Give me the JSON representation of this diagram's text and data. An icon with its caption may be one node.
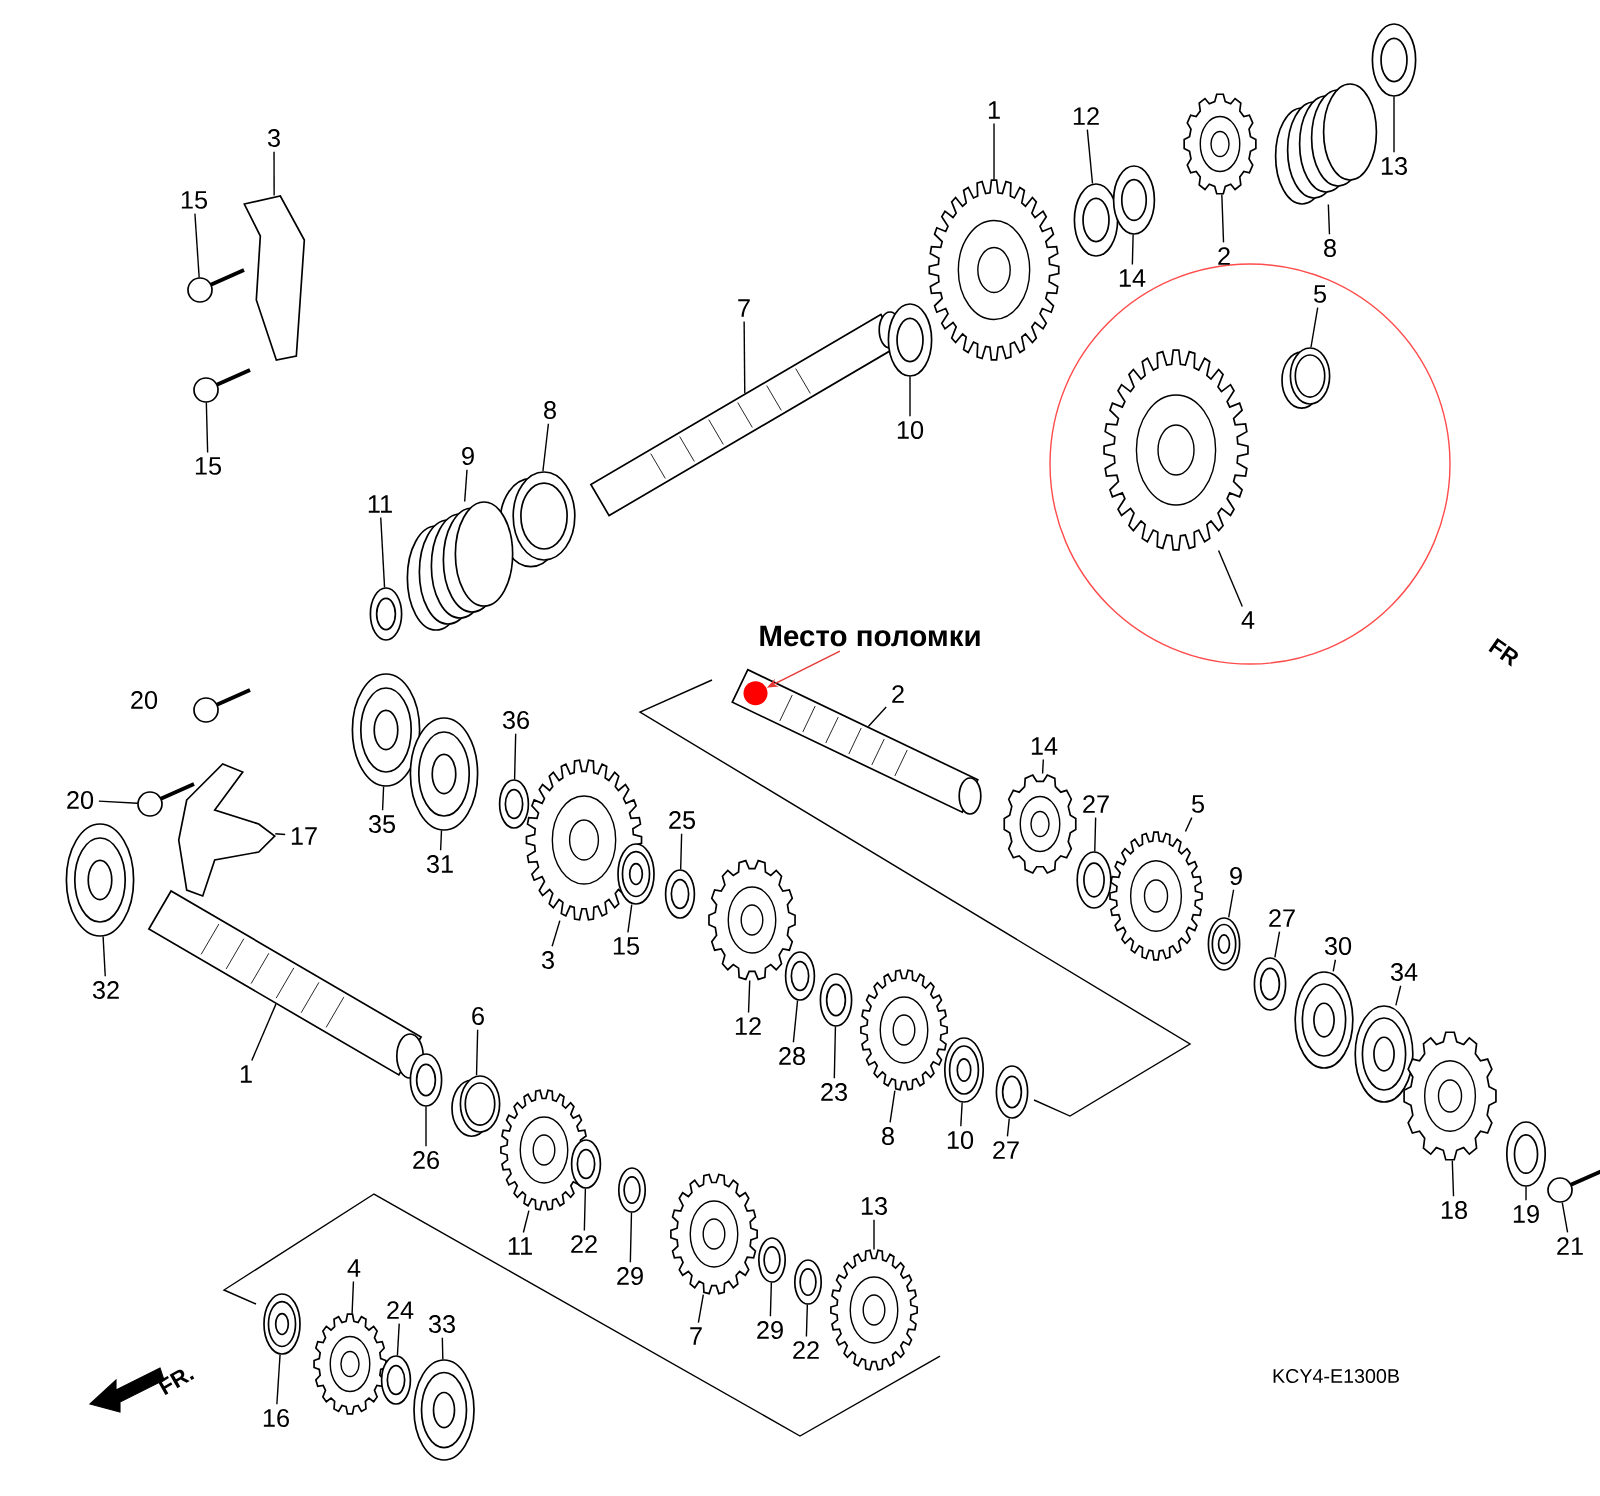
{
  "diagram": {
    "nodes": [
      {
        "text": [
          "1"
        ]
      },
      {
        "text": [
          "12"
        ]
      },
      {
        "text": [
          "13"
        ]
      },
      {
        "text": [
          "8"
        ]
      },
      {
        "text": [
          "2"
        ]
      },
      {
        "text": [
          "14"
        ]
      },
      {
        "text": [
          "5"
        ]
      },
      {
        "text": [
          "4"
        ]
      },
      {
        "text": [
          "3"
        ]
      },
      {
        "text": [
          "15"
        ]
      },
      {
        "text": [
          "15"
        ]
      },
      {
        "text": [
          "7"
        ]
      },
      {
        "text": [
          "10"
        ]
      },
      {
        "text": [
          "8"
        ]
      },
      {
        "text": [
          "9"
        ]
      },
      {
        "text": [
          "11"
        ]
      },
      {
        "text": [
          "Место поломки"
        ]
      },
      {
        "text": [
          "2"
        ]
      },
      {
        "text": [
          "14"
        ]
      },
      {
        "text": [
          "27"
        ]
      },
      {
        "text": [
          "5"
        ]
      },
      {
        "text": [
          "9"
        ]
      },
      {
        "text": [
          "27"
        ]
      },
      {
        "text": [
          "30"
        ]
      },
      {
        "text": [
          "34"
        ]
      },
      {
        "text": [
          "18"
        ]
      },
      {
        "text": [
          "19"
        ]
      },
      {
        "text": [
          "21"
        ]
      },
      {
        "text": [
          "36"
        ]
      },
      {
        "text": [
          "35"
        ]
      },
      {
        "text": [
          "31"
        ]
      },
      {
        "text": [
          "3"
        ]
      },
      {
        "text": [
          "25"
        ]
      },
      {
        "text": [
          "15"
        ]
      },
      {
        "text": [
          "12"
        ]
      },
      {
        "text": [
          "28"
        ]
      },
      {
        "text": [
          "23"
        ]
      },
      {
        "text": [
          "8"
        ]
      },
      {
        "text": [
          "10"
        ]
      },
      {
        "text": [
          "27"
        ]
      },
      {
        "text": [
          "17"
        ]
      },
      {
        "text": [
          "20"
        ]
      },
      {
        "text": [
          "32"
        ]
      },
      {
        "text": [
          "1"
        ]
      },
      {
        "text": [
          "6"
        ]
      },
      {
        "text": [
          "26"
        ]
      },
      {
        "text": [
          "11"
        ]
      },
      {
        "text": [
          "22"
        ]
      },
      {
        "text": [
          "29"
        ]
      },
      {
        "text": [
          "7"
        ]
      },
      {
        "text": [
          "13"
        ]
      },
      {
        "text": [
          "29"
        ]
      },
      {
        "text": [
          "22"
        ]
      },
      {
        "text": [
          "4"
        ]
      },
      {
        "text": [
          "24"
        ]
      },
      {
        "text": [
          "33"
        ]
      },
      {
        "text": [
          "16"
        ]
      },
      {
        "text": [],
        "shape": "gear"
      },
      {
        "text": [],
        "shape": "washer"
      },
      {
        "text": [],
        "shape": "washer"
      },
      {
        "text": [],
        "shape": "spring"
      },
      {
        "text": [],
        "shape": "gear"
      },
      {
        "text": [],
        "shape": "washer"
      },
      {
        "text": [],
        "shape": "bushing"
      },
      {
        "text": [],
        "shape": "gear"
      },
      {
        "text": [],
        "shape": "bracket"
      },
      {
        "text": [],
        "shape": "bolt"
      },
      {
        "text": [],
        "shape": "bolt"
      },
      {
        "text": [],
        "shape": "shaft"
      },
      {
        "text": [],
        "shape": "washer"
      },
      {
        "text": [],
        "shape": "bushing"
      },
      {
        "text": [],
        "shape": "spring"
      },
      {
        "text": [],
        "shape": "washer"
      },
      {
        "text": [],
        "shape": "shaft"
      },
      {
        "text": [],
        "shape": "gear"
      },
      {
        "text": [],
        "shape": "washer"
      },
      {
        "text": [],
        "shape": "gear"
      },
      {
        "text": [],
        "shape": "bearing"
      },
      {
        "text": [],
        "shape": "washer"
      },
      {
        "text": [],
        "shape": "bearing"
      },
      {
        "text": [],
        "shape": "bearing"
      },
      {
        "text": [],
        "shape": "gear"
      },
      {
        "text": [],
        "shape": "washer"
      },
      {
        "text": [],
        "shape": "bolt"
      },
      {
        "text": [],
        "shape": "washer"
      },
      {
        "text": [],
        "shape": "bearing"
      },
      {
        "text": [],
        "shape": "bearing"
      },
      {
        "text": [],
        "shape": "gear"
      },
      {
        "text": [],
        "shape": "washer"
      },
      {
        "text": [],
        "shape": "bearing"
      },
      {
        "text": [],
        "shape": "gear"
      },
      {
        "text": [],
        "shape": "washer"
      },
      {
        "text": [],
        "shape": "washer"
      },
      {
        "text": [],
        "shape": "gear"
      },
      {
        "text": [],
        "shape": "bearing"
      },
      {
        "text": [],
        "shape": "washer"
      },
      {
        "text": [],
        "shape": "bracket"
      },
      {
        "text": [],
        "shape": "bolt"
      },
      {
        "text": [],
        "shape": "bearing"
      },
      {
        "text": [],
        "shape": "shaft"
      },
      {
        "text": [],
        "shape": "bushing"
      },
      {
        "text": [],
        "shape": "washer"
      },
      {
        "text": [],
        "shape": "gear"
      },
      {
        "text": [],
        "shape": "washer"
      },
      {
        "text": [],
        "shape": "washer"
      },
      {
        "text": [],
        "shape": "gear"
      },
      {
        "text": [],
        "shape": "gear"
      },
      {
        "text": [],
        "shape": "washer"
      },
      {
        "text": [],
        "shape": "washer"
      },
      {
        "text": [],
        "shape": "gear"
      },
      {
        "text": [],
        "shape": "washer"
      },
      {
        "text": [],
        "shape": "bearing"
      },
      {
        "text": [],
        "shape": "bearing"
      },
      {
        "text": [],
        "shape": "circle",
        "in": 73
      },
      {
        "text": [],
        "shape": "bolt"
      }
    ],
    "edges": [
      {
        "from": 0,
        "to": 57,
        "arrow": "none"
      },
      {
        "from": 1,
        "to": 58,
        "arrow": "none"
      },
      {
        "from": 2,
        "to": 59,
        "arrow": "none"
      },
      {
        "from": 3,
        "to": 60,
        "arrow": "none"
      },
      {
        "from": 4,
        "to": 61,
        "arrow": "none"
      },
      {
        "from": 5,
        "to": 62,
        "arrow": "none"
      },
      {
        "from": 6,
        "to": 63,
        "arrow": "none"
      },
      {
        "from": 7,
        "to": 64,
        "arrow": "none"
      },
      {
        "from": 8,
        "to": 65,
        "arrow": "none"
      },
      {
        "from": 9,
        "to": 66,
        "arrow": "none"
      },
      {
        "from": 10,
        "to": 67,
        "arrow": "none"
      },
      {
        "from": 11,
        "to": 68,
        "arrow": "none"
      },
      {
        "from": 12,
        "to": 69,
        "arrow": "none"
      },
      {
        "from": 13,
        "to": 70,
        "arrow": "none"
      },
      {
        "from": 14,
        "to": 71,
        "arrow": "none"
      },
      {
        "from": 15,
        "to": 72,
        "arrow": "none"
      },
      {
        "from": 16,
        "to": 113,
        "arrow": "to",
        "color": "#e53935"
      },
      {
        "from": 17,
        "to": 73,
        "arrow": "none"
      },
      {
        "from": 18,
        "to": 74,
        "arrow": "none"
      },
      {
        "from": 19,
        "to": 75,
        "arrow": "none"
      },
      {
        "from": 20,
        "to": 76,
        "arrow": "none"
      },
      {
        "from": 21,
        "to": 77,
        "arrow": "none"
      },
      {
        "from": 22,
        "to": 78,
        "arrow": "none"
      },
      {
        "from": 23,
        "to": 79,
        "arrow": "none"
      },
      {
        "from": 24,
        "to": 80,
        "arrow": "none"
      },
      {
        "from": 25,
        "to": 81,
        "arrow": "none"
      },
      {
        "from": 26,
        "to": 82,
        "arrow": "none"
      },
      {
        "from": 27,
        "to": 83,
        "arrow": "none"
      },
      {
        "from": 28,
        "to": 84,
        "arrow": "none"
      },
      {
        "from": 29,
        "to": 85,
        "arrow": "none"
      },
      {
        "from": 30,
        "to": 86,
        "arrow": "none"
      },
      {
        "from": 31,
        "to": 87,
        "arrow": "none"
      },
      {
        "from": 32,
        "to": 88,
        "arrow": "none"
      },
      {
        "from": 33,
        "to": 89,
        "arrow": "none"
      },
      {
        "from": 34,
        "to": 90,
        "arrow": "none"
      },
      {
        "from": 35,
        "to": 91,
        "arrow": "none"
      },
      {
        "from": 36,
        "to": 92,
        "arrow": "none"
      },
      {
        "from": 37,
        "to": 93,
        "arrow": "none"
      },
      {
        "from": 38,
        "to": 94,
        "arrow": "none"
      },
      {
        "from": 39,
        "to": 95,
        "arrow": "none"
      },
      {
        "from": 40,
        "to": 96,
        "arrow": "none"
      },
      {
        "from": 41,
        "to": 97,
        "arrow": "none"
      },
      {
        "from": 42,
        "to": 98,
        "arrow": "none"
      },
      {
        "from": 43,
        "to": 99,
        "arrow": "none"
      },
      {
        "from": 44,
        "to": 100,
        "arrow": "none"
      },
      {
        "from": 45,
        "to": 101,
        "arrow": "none"
      },
      {
        "from": 46,
        "to": 102,
        "arrow": "none"
      },
      {
        "from": 47,
        "to": 103,
        "arrow": "none"
      },
      {
        "from": 48,
        "to": 104,
        "arrow": "none"
      },
      {
        "from": 49,
        "to": 105,
        "arrow": "none"
      },
      {
        "from": 50,
        "to": 106,
        "arrow": "none"
      },
      {
        "from": 51,
        "to": 107,
        "arrow": "none"
      },
      {
        "from": 52,
        "to": 108,
        "arrow": "none"
      },
      {
        "from": 53,
        "to": 109,
        "arrow": "none"
      },
      {
        "from": 54,
        "to": 110,
        "arrow": "none"
      },
      {
        "from": 55,
        "to": 111,
        "arrow": "none"
      },
      {
        "from": 56,
        "to": 112,
        "arrow": "none"
      }
    ],
    "labels": [
      "FR",
      "20",
      "FR.",
      "KCY4-E1300B"
    ]
  }
}
